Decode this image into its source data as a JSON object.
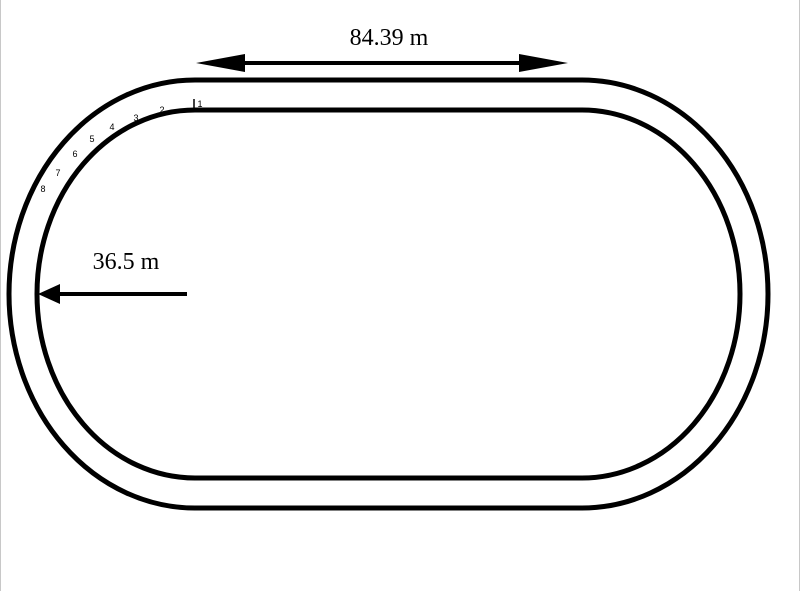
{
  "diagram": {
    "straight_length_label": "84.39 m",
    "radius_label": "36.5 m",
    "lane_numbers": [
      "1",
      "2",
      "3",
      "4",
      "5",
      "6",
      "7",
      "8"
    ]
  }
}
